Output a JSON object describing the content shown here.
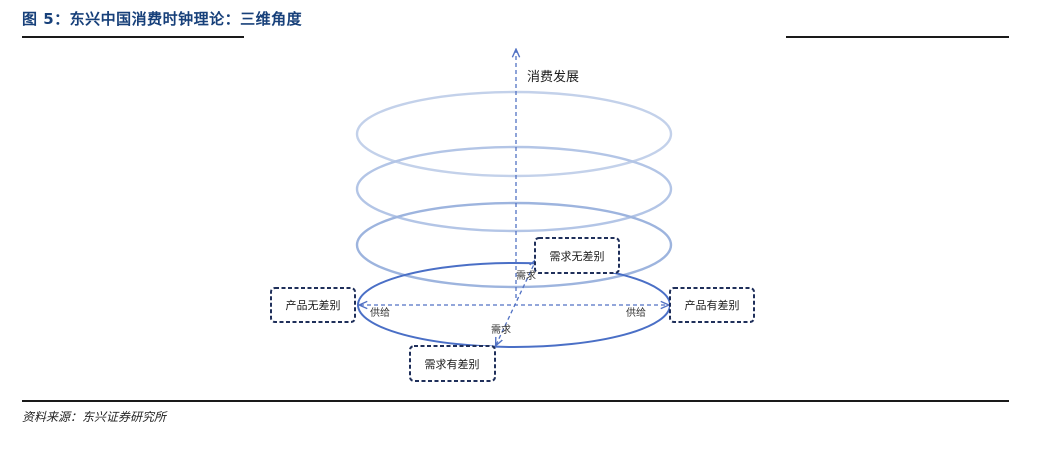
{
  "figure": {
    "title": "图 5：东兴中国消费时钟理论：三维角度",
    "source": "资料来源：东兴证券研究所"
  },
  "diagram": {
    "vertical_axis_label": "消费发展",
    "boxes": {
      "left": "产品无差别",
      "right": "产品有差别",
      "top": "需求无差别",
      "bottom": "需求有差别"
    },
    "axis_labels": {
      "supply_left": "供给",
      "supply_right": "供给",
      "demand_top": "需求",
      "demand_bottom": "需求"
    }
  },
  "colors": {
    "title": "#17407a",
    "ring_light": "#b9c9e6",
    "ring_mid": "#99b1dc",
    "ring_main": "#4a6fc6",
    "box_border": "#1f2f5a",
    "axis_dash": "#5272c4"
  }
}
